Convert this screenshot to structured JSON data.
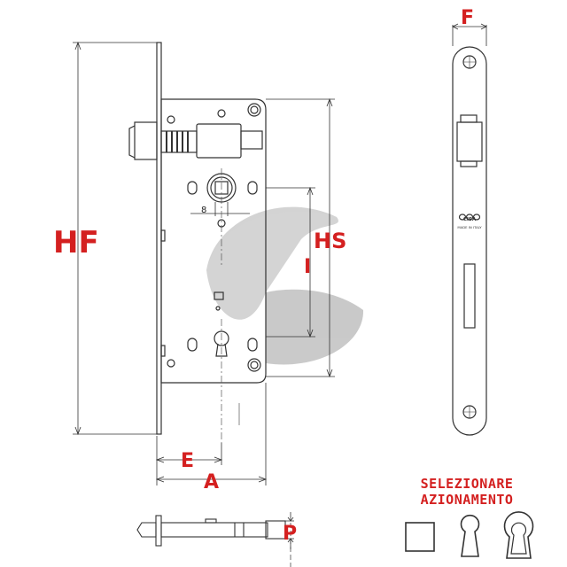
{
  "dimensions": {
    "hf": "HF",
    "hs": "HS",
    "i": "I",
    "e": "E",
    "a": "A",
    "f": "F",
    "p": "P",
    "eight": "8"
  },
  "faceplate": {
    "brand": "CISA",
    "caption": "MADE IN ITALY"
  },
  "selector": {
    "title_line1": "SELEZIONARE",
    "title_line2": "AZIONAMENTO",
    "options": [
      "square-spindle",
      "keyhole",
      "euro-profile-cylinder"
    ]
  },
  "colors": {
    "accent": "#d42020",
    "line": "#333333",
    "watermark": "#c8c8c8"
  }
}
